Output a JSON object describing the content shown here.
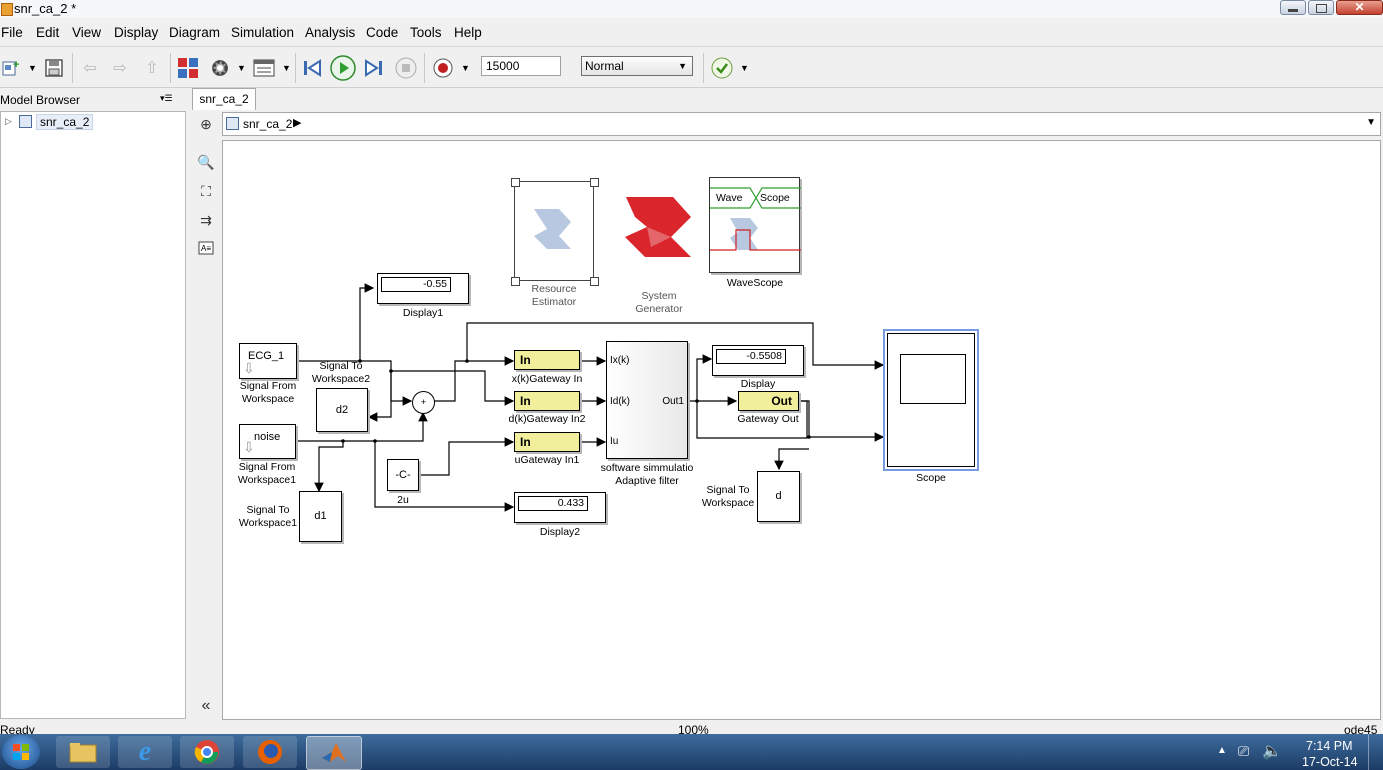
{
  "window": {
    "title": "snr_ca_2 *"
  },
  "menu": [
    "File",
    "Edit",
    "View",
    "Display",
    "Diagram",
    "Simulation",
    "Analysis",
    "Code",
    "Tools",
    "Help"
  ],
  "toolbar": {
    "stop_time": "15000",
    "sim_mode": "Normal"
  },
  "model_browser": {
    "title": "Model Browser",
    "tree_item": "snr_ca_2"
  },
  "tab": {
    "label": "snr_ca_2"
  },
  "address": {
    "path": "snr_ca_2"
  },
  "blocks": {
    "resource_estimator": "Resource\nEstimator",
    "system_generator": "System\nGenerator",
    "wavescope": {
      "label": "WaveScope",
      "wave": "Wave",
      "scope": "Scope"
    },
    "display1": {
      "value": "-0.55",
      "label": "Display1"
    },
    "ecg": {
      "text": "ECG_1",
      "label": "Signal From\nWorkspace"
    },
    "signal_to_ws2": {
      "label": "Signal To\nWorkspace2",
      "text": "d2"
    },
    "noise": {
      "text": "noise",
      "label": "Signal From\nWorkspace1"
    },
    "signal_to_ws1": {
      "label": "Signal To\nWorkspace1",
      "text": "d1"
    },
    "constant": {
      "text": "-C-",
      "label": "2u"
    },
    "display2": {
      "value": "0.433",
      "label": "Display2"
    },
    "gw_in_x": {
      "text": "In",
      "label": "x(k)Gateway In"
    },
    "gw_in_d": {
      "text": "In",
      "label": "d(k)Gateway In2"
    },
    "gw_in_u": {
      "text": "In",
      "label": "uGateway In1"
    },
    "adaptive": {
      "port_x": "Ix(k)",
      "port_d": "Id(k)",
      "port_u": "Iu",
      "port_out": "Out1",
      "label": "software simmulatio\nAdaptive filter"
    },
    "display": {
      "value": "-0.5508",
      "label": "Display"
    },
    "gw_out": {
      "text": "Out",
      "label": "Gateway Out"
    },
    "signal_to_ws": {
      "label": "Signal To\nWorkspace",
      "text": "d"
    },
    "scope": {
      "label": "Scope"
    }
  },
  "status": {
    "left": "Ready",
    "center": "100%",
    "right": "ode45"
  },
  "taskbar": {
    "time": "7:14 PM",
    "date": "17-Oct-14"
  }
}
